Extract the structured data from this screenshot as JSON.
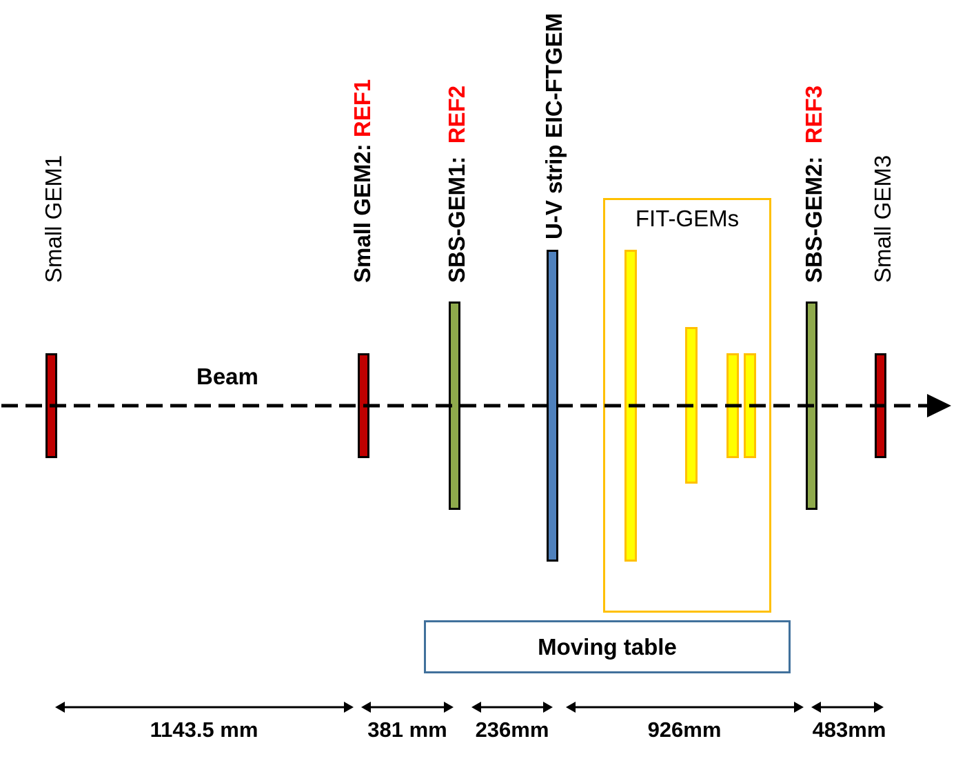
{
  "beam": {
    "label": "Beam"
  },
  "detectors": {
    "small_gem1": {
      "label": "Small GEM1"
    },
    "small_gem2": {
      "label": "Small GEM2:",
      "ref": "REF1"
    },
    "sbs_gem1": {
      "label": "SBS-GEM1:",
      "ref": "REF2"
    },
    "uv_strip": {
      "label": "U-V strip EIC-FTGEM"
    },
    "sbs_gem2": {
      "label": "SBS-GEM2:",
      "ref": "REF3"
    },
    "small_gem3": {
      "label": "Small GEM3"
    }
  },
  "fit_gems": {
    "label": "FIT-GEMs"
  },
  "moving_table": {
    "label": "Moving table"
  },
  "distances": [
    {
      "label": "1143.5 mm"
    },
    {
      "label": "381 mm"
    },
    {
      "label": "236mm"
    },
    {
      "label": "926mm"
    },
    {
      "label": "483mm"
    }
  ],
  "colors": {
    "small_gem": "#c00000",
    "sbs_gem": "#8faa4c",
    "uv_strip": "#4f81bd",
    "fit_gem_fill": "#ffff00",
    "fit_gem_border": "#ffc000",
    "moving_table_border": "#41719c",
    "ref_text": "#ff0000"
  }
}
